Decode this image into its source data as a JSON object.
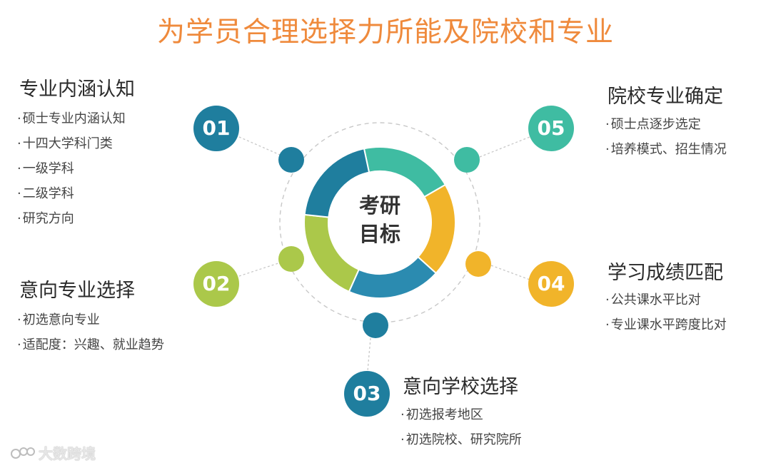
{
  "title": "为学员合理选择力所能及院校和专业",
  "center": {
    "line1": "考研",
    "line2": "目标"
  },
  "sections": [
    {
      "num": "01",
      "color": "#1f7e9e",
      "title": "专业内涵认知",
      "items": [
        "硕士专业内涵认知",
        "十四大学科门类",
        "一级学科",
        "二级学科",
        "研究方向"
      ]
    },
    {
      "num": "02",
      "color": "#abc84a",
      "title": "意向专业选择",
      "items": [
        "初选意向专业",
        "适配度：兴趣、就业趋势"
      ]
    },
    {
      "num": "03",
      "color": "#1f7e9e",
      "title": "意向学校选择",
      "items": [
        "初选报考地区",
        "初选院校、研究院所"
      ]
    },
    {
      "num": "04",
      "color": "#f1b42a",
      "title": "学习成绩匹配",
      "items": [
        "公共课水平比对",
        "专业课水平跨度比对"
      ]
    },
    {
      "num": "05",
      "color": "#3fbca2",
      "title": "院校专业确定",
      "items": [
        "硕士点逐步选定",
        "培养模式、招生情况"
      ]
    }
  ],
  "ring_colors": [
    "#3fbca2",
    "#f1b42a",
    "#2b8bb0",
    "#abc84a",
    "#1f7e9e"
  ],
  "watermark": "大数跨境"
}
